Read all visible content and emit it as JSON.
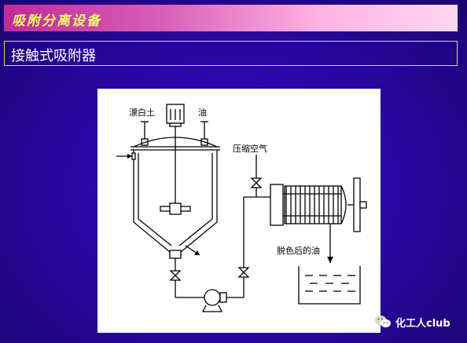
{
  "header": {
    "title": "吸附分离设备"
  },
  "section": {
    "title": "接触式吸附器"
  },
  "diagram": {
    "label_clay": "漂白土",
    "label_oil": "油",
    "label_air": "压缩空气",
    "label_decolorized_oil": "脱色后的油"
  },
  "watermark": {
    "text": "化工人club",
    "icon": "wechat-icon"
  },
  "colors": {
    "header_gradient_start": "#c02a9a",
    "header_gradient_end": "#ffd6f1",
    "header_text": "#f5ff6a",
    "background": "#2a08a8",
    "diagram_line": "#000000"
  }
}
